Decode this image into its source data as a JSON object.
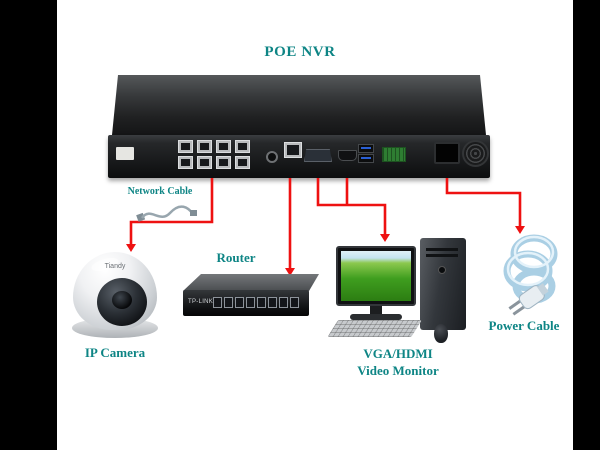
{
  "title": "POE NVR",
  "colors": {
    "label_teal": "#0e8585",
    "arrow_red": "#ee1111",
    "cable_blue": "#aacfe4",
    "screen_green": "#3f9e1f"
  },
  "labels": {
    "network_cable": "Network Cable",
    "router": "Router",
    "ip_camera": "IP Camera",
    "monitor_line1": "VGA/HDMI",
    "monitor_line2": "Video Monitor",
    "power_cable": "Power Cable"
  },
  "devices": {
    "nvr": {
      "name": "POE NVR",
      "poe_ports": 8
    },
    "camera": {
      "brand": "Tiandy",
      "type": "dome"
    },
    "router": {
      "brand": "TP-LINK",
      "ports": 8
    },
    "monitor": {
      "type": "desktop-pc-with-tower-keyboard-mouse"
    }
  },
  "connections": [
    {
      "from": "POE NVR",
      "to": "IP Camera",
      "via": "Network Cable"
    },
    {
      "from": "POE NVR",
      "to": "Router"
    },
    {
      "from": "POE NVR",
      "to": "VGA/HDMI Video Monitor"
    },
    {
      "from": "POE NVR",
      "to": "Power Cable"
    }
  ]
}
